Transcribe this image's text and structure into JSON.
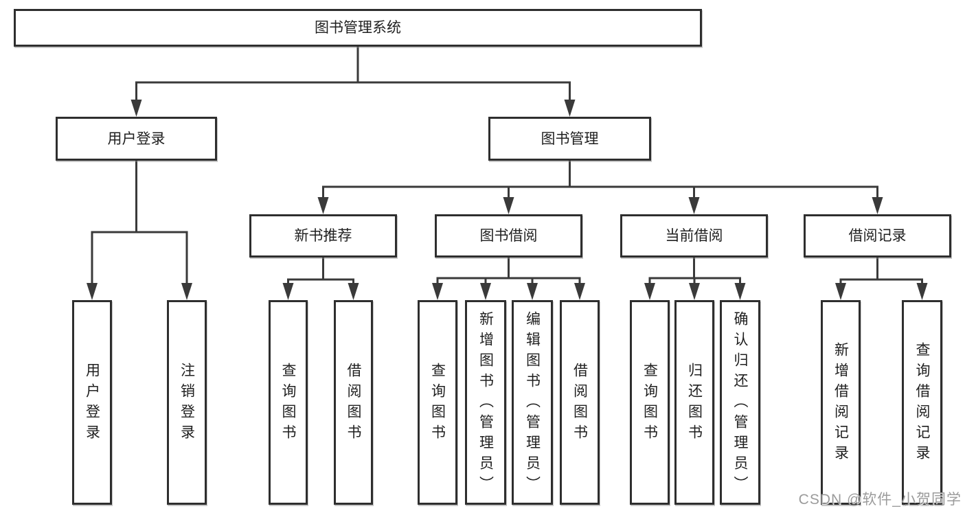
{
  "tree": {
    "root": {
      "label": "图书管理系统"
    },
    "branches": [
      {
        "label": "用户登录",
        "children": [
          {
            "label": "用户登录"
          },
          {
            "label": "注销登录"
          }
        ]
      },
      {
        "label": "图书管理",
        "children": [
          {
            "label": "新书推荐",
            "children": [
              {
                "label": "查询图书"
              },
              {
                "label": "借阅图书"
              }
            ]
          },
          {
            "label": "图书借阅",
            "children": [
              {
                "label": "查询图书"
              },
              {
                "label": "新增图书（管理员）"
              },
              {
                "label": "编辑图书（管理员）"
              },
              {
                "label": "借阅图书"
              }
            ]
          },
          {
            "label": "当前借阅",
            "children": [
              {
                "label": "查询图书"
              },
              {
                "label": "归还图书"
              },
              {
                "label": "确认归还（管理员）"
              }
            ]
          },
          {
            "label": "借阅记录",
            "children": [
              {
                "label": "新增借阅记录"
              },
              {
                "label": "查询借阅记录"
              }
            ]
          }
        ]
      }
    ]
  },
  "watermark": {
    "text": "CSDN @软件_小贺同学"
  },
  "colors": {
    "line": "#3a3a3a",
    "border": "#2e2e2e",
    "fill": "#ffffff",
    "text": "#1f1f1f",
    "watermark": "#9b9b9b"
  }
}
